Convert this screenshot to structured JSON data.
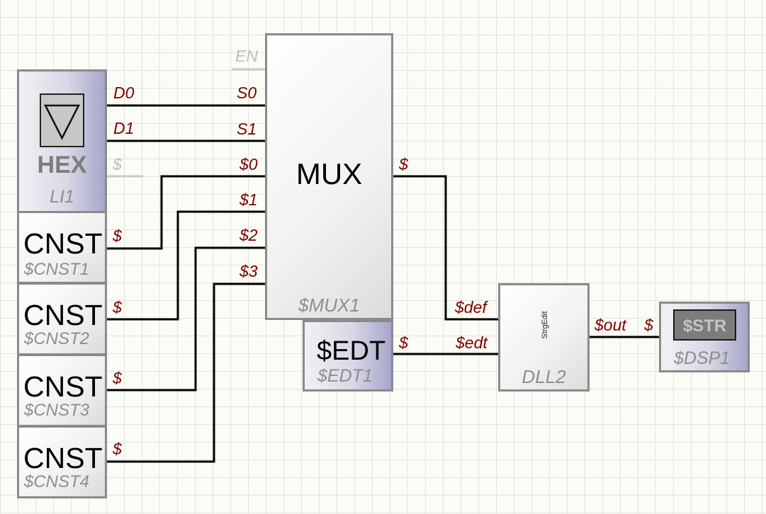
{
  "diagram": {
    "mux": {
      "title": "MUX",
      "name": "$MUX1",
      "pins": {
        "en": "EN",
        "s0": "S0",
        "s1": "S1",
        "in0": "$0",
        "in1": "$1",
        "in2": "$2",
        "in3": "$3",
        "out": "$"
      }
    },
    "hex_input": {
      "title": "HEX",
      "name": "LI1",
      "pins": {
        "d0": "D0",
        "d1": "D1",
        "str": "$"
      }
    },
    "constants": [
      {
        "title": "CNST",
        "name": "$CNST1",
        "pin": "$"
      },
      {
        "title": "CNST",
        "name": "$CNST2",
        "pin": "$"
      },
      {
        "title": "CNST",
        "name": "$CNST3",
        "pin": "$"
      },
      {
        "title": "CNST",
        "name": "$CNST4",
        "pin": "$"
      }
    ],
    "editor": {
      "title": "$EDT",
      "name": "$EDT1",
      "pin": "$"
    },
    "dll": {
      "caption": "StrgEdit",
      "name": "DLL2",
      "pins": {
        "def": "$def",
        "edt": "$edt",
        "out": "$out"
      }
    },
    "display": {
      "title": "$STR",
      "name": "$DSP1",
      "pin": "$"
    }
  },
  "colors": {
    "pin_label": "#7a0000",
    "disabled_label": "#bdbdbd",
    "wire": "#000000",
    "block_border": "#8a8a8a",
    "grid": "#e3e3db"
  }
}
